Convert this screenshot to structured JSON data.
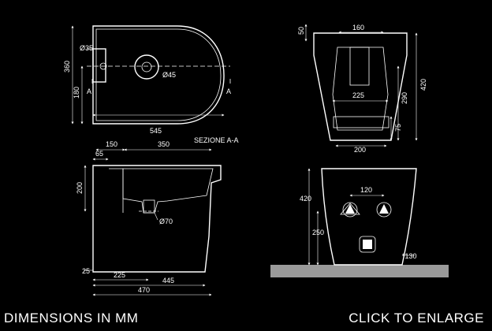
{
  "top_view": {
    "d_small": "Ø35",
    "d_large": "Ø45",
    "h_total": "360",
    "h_half": "180",
    "w_total": "545",
    "section_left": "A",
    "section_right": "A"
  },
  "front_view": {
    "top_offset": "50",
    "top_width": "160",
    "mid_width": "225",
    "base_width": "200",
    "h_total": "420",
    "h_inner": "290",
    "h_base": "75"
  },
  "section_view": {
    "title": "SEZIONE A-A",
    "d_150": "150",
    "d_350": "350",
    "d_65": "65",
    "d_200": "200",
    "d_outlet": "Ø70",
    "d_25": "25",
    "d_225": "225",
    "d_445": "445",
    "d_470": "470"
  },
  "back_view": {
    "h_total": "420",
    "h_250": "250",
    "spacing": "120",
    "offset": "*130"
  },
  "captions": {
    "left": "DIMENSIONS IN MM",
    "right": "CLICK TO ENLARGE"
  }
}
